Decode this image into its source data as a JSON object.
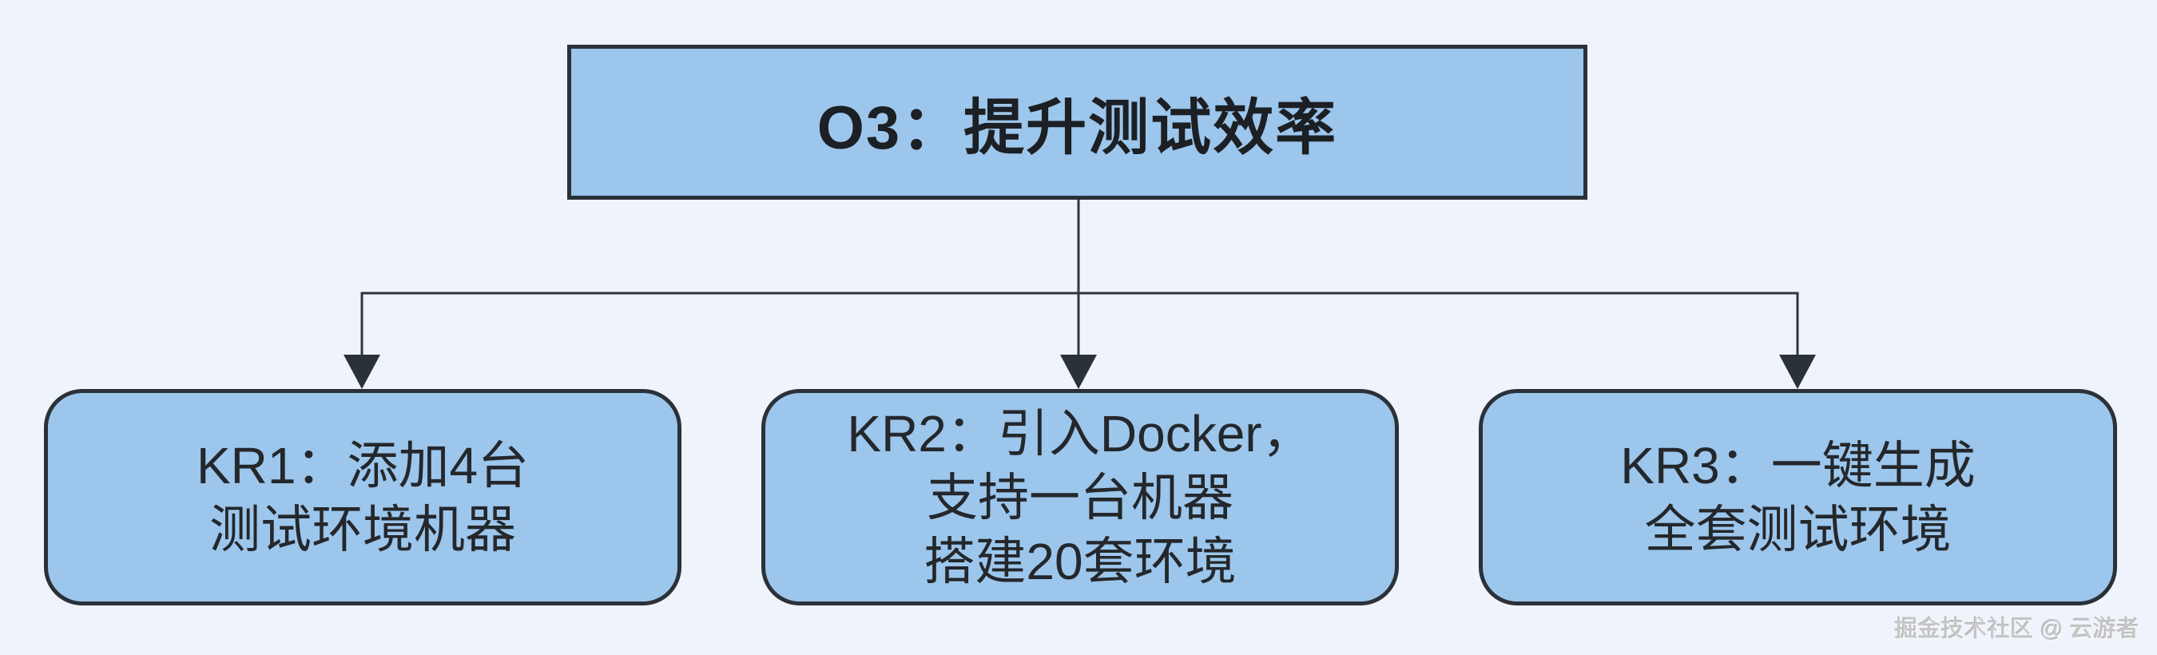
{
  "diagram": {
    "objective": {
      "id": "O3",
      "label": "O3：提升测试效率"
    },
    "key_results": [
      {
        "id": "KR1",
        "lines": [
          "KR1：添加4台",
          "测试环境机器"
        ]
      },
      {
        "id": "KR2",
        "lines": [
          "KR2：引入Docker，",
          "支持一台机器",
          "搭建20套环境"
        ]
      },
      {
        "id": "KR3",
        "lines": [
          "KR3：一键生成",
          "全套测试环境"
        ]
      }
    ],
    "edges": [
      {
        "from": "O3",
        "to": "KR1"
      },
      {
        "from": "O3",
        "to": "KR2"
      },
      {
        "from": "O3",
        "to": "KR3"
      }
    ]
  },
  "watermark": "掘金技术社区 @ 云游者",
  "colors": {
    "background": "#eff3fb",
    "node_fill": "#9cc6ec",
    "node_border": "#2b3138",
    "text": "#24272b",
    "connector": "#30363c",
    "watermark": "#c9c9c9"
  }
}
